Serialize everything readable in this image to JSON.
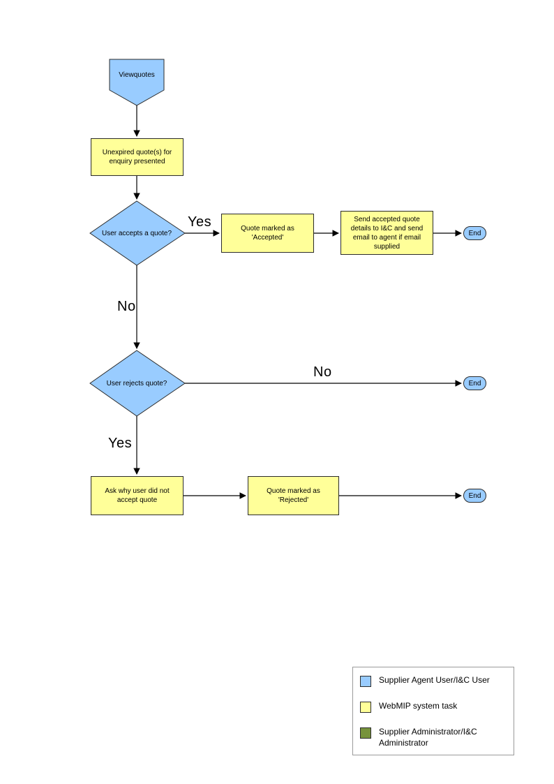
{
  "diagram": {
    "nodes": {
      "start": {
        "label": "Viewquotes"
      },
      "present": {
        "label": "Unexpired quote(s) for enquiry presented"
      },
      "accept_decision": {
        "label": "User accepts a quote?"
      },
      "accepted": {
        "label": "Quote  marked as 'Accepted'"
      },
      "send_details": {
        "label": "Send accepted quote details to I&C and send email to agent if email supplied"
      },
      "reject_decision": {
        "label": "User rejects quote?"
      },
      "ask_why": {
        "label": "Ask why user did not accept quote"
      },
      "rejected": {
        "label": "Quote  marked as 'Rejected'"
      },
      "end1": {
        "label": "End"
      },
      "end2": {
        "label": "End"
      },
      "end3": {
        "label": "End"
      }
    },
    "edges": {
      "accept_yes": "Yes",
      "accept_no": "No",
      "reject_no": "No",
      "reject_yes": "Yes"
    }
  },
  "legend": {
    "items": [
      {
        "label": "Supplier Agent User/I&C User",
        "color": "#99CCFF"
      },
      {
        "label": "WebMIP system task",
        "color": "#FFFF99"
      },
      {
        "label": "Supplier Administrator/I&C Administrator",
        "color": "#77933C"
      }
    ]
  },
  "colors": {
    "actor_fill": "#99CCFF",
    "task_fill": "#FFFF99"
  }
}
